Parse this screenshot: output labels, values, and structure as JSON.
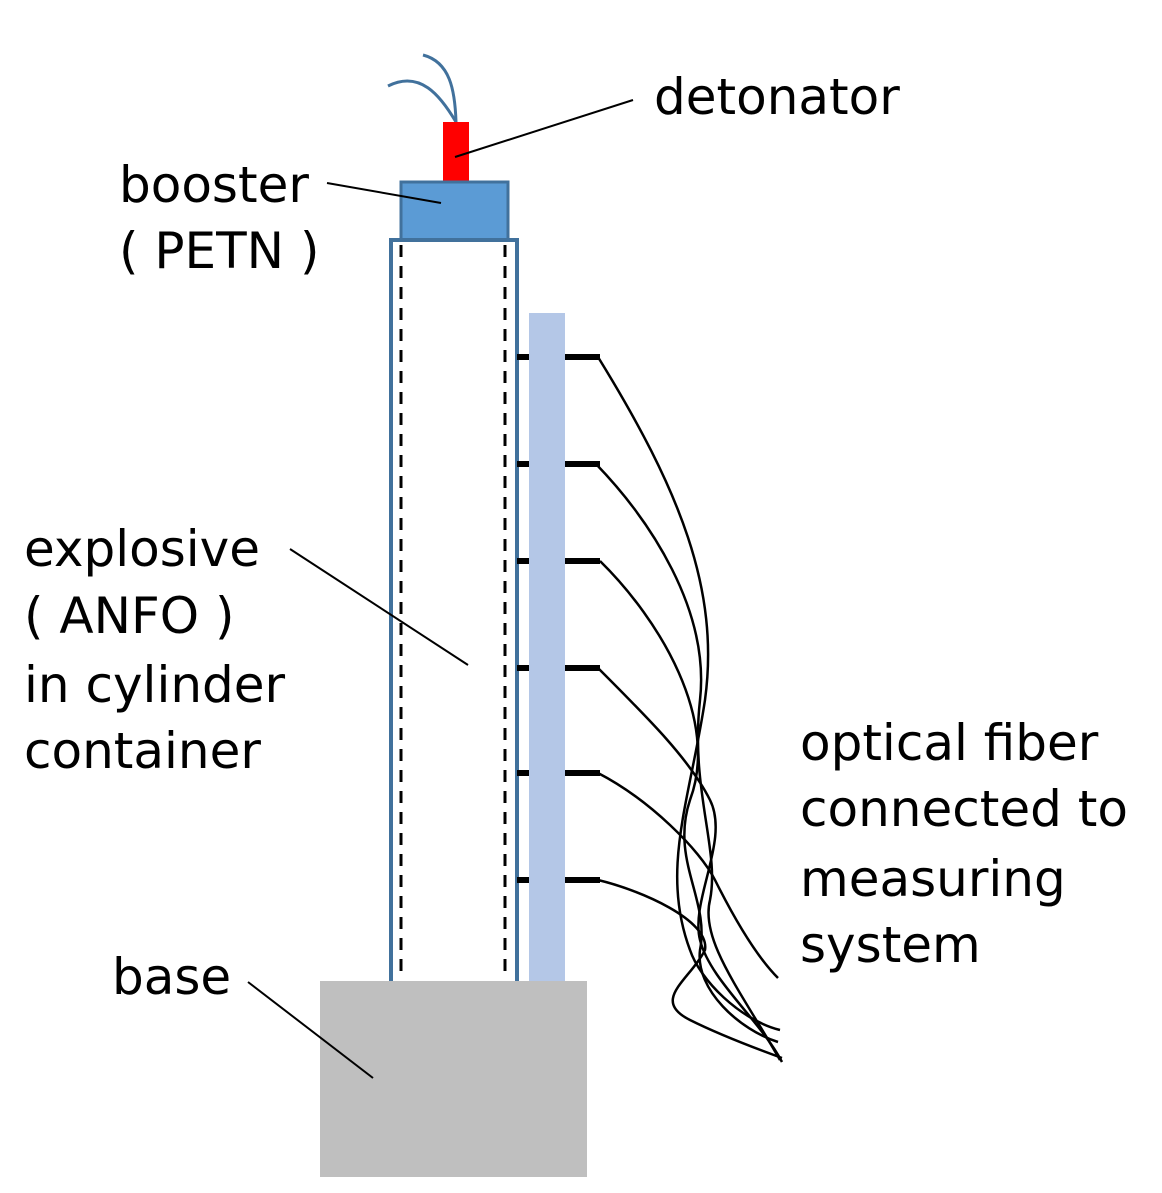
{
  "labels": {
    "detonator": "detonator",
    "booster_line1": "booster",
    "booster_line2": "( PETN )",
    "explosive_line1": "explosive",
    "explosive_line2": "( ANFO )",
    "explosive_line3": "in cylinder",
    "explosive_line4": "container",
    "optical_line1": "optical fiber",
    "optical_line2": "connected to",
    "optical_line3": "measuring",
    "optical_line4": "system",
    "base": "base"
  },
  "colors": {
    "detonator": "#ff0000",
    "booster_fill": "#5b9bd5",
    "booster_stroke": "#41719c",
    "container_stroke": "#41719c",
    "probe_bar": "#b4c7e7",
    "base": "#bfbfbf",
    "wires": "#41719c"
  },
  "sensor_count": 6
}
